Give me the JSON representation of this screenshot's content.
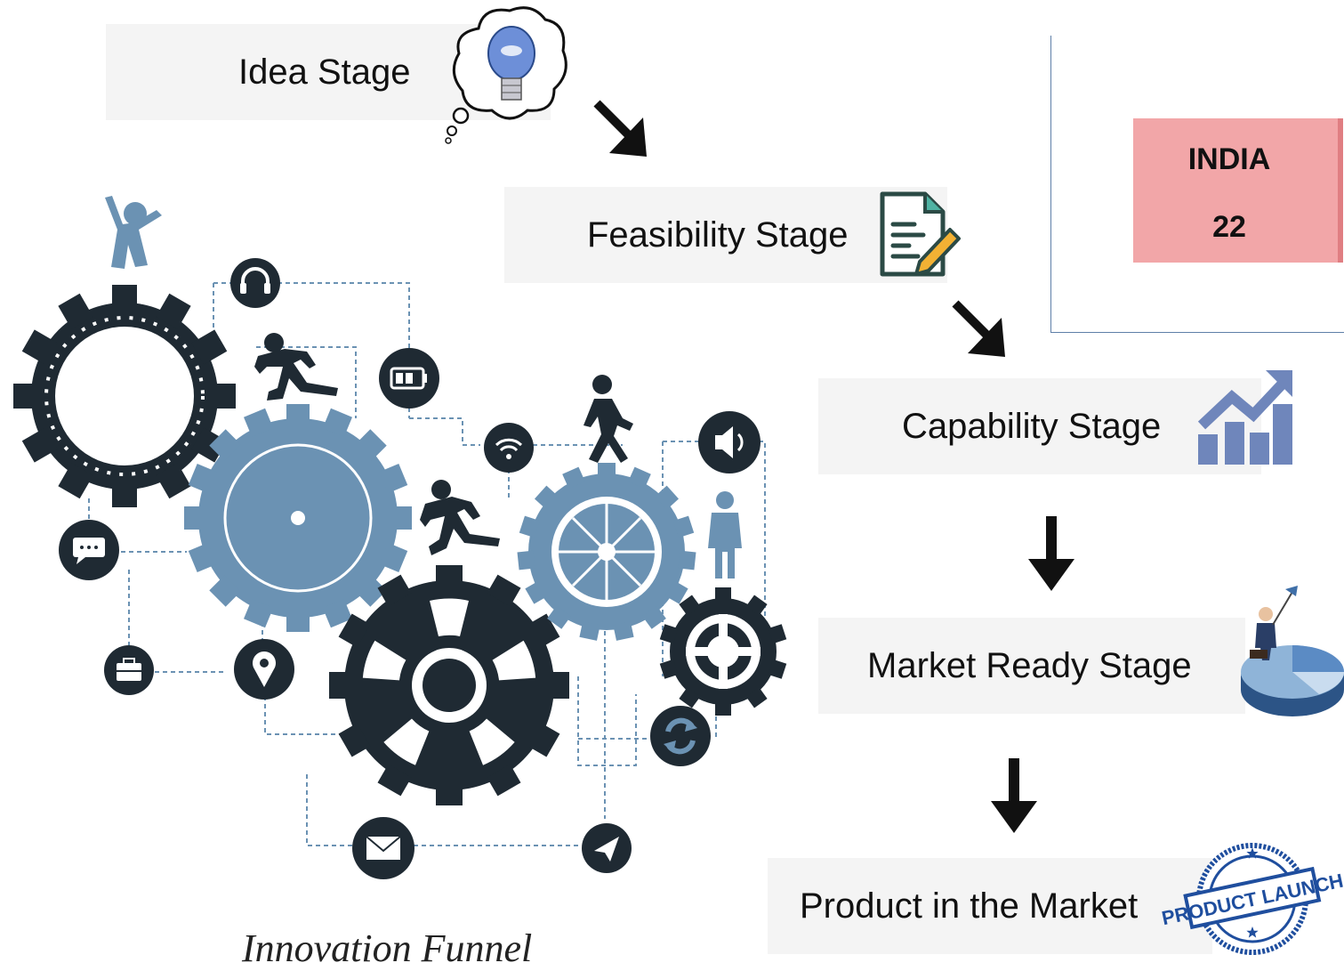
{
  "stages": [
    {
      "label": "Idea Stage",
      "icon": "lightbulb-thought-icon"
    },
    {
      "label": "Feasibility Stage",
      "icon": "document-edit-icon"
    },
    {
      "label": "Capability Stage",
      "icon": "growth-chart-icon"
    },
    {
      "label": "Market Ready Stage",
      "icon": "businessman-pie-chart-icon"
    },
    {
      "label": "Product in the Market",
      "icon": "product-launch-stamp-icon"
    }
  ],
  "stamp": {
    "text": "PRODUCT LAUNCH"
  },
  "country_card": {
    "name": "INDIA",
    "value": "22"
  },
  "caption": "Innovation Funnel",
  "colors": {
    "gear_dark": "#1f2a33",
    "gear_light": "#6b92b3",
    "stage_bg": "#f4f4f4",
    "card_bg": "#f2a6a8",
    "panel_border": "#5f7fa8",
    "chart_icon": "#6f86bb",
    "stamp_blue": "#1f4e9e"
  }
}
